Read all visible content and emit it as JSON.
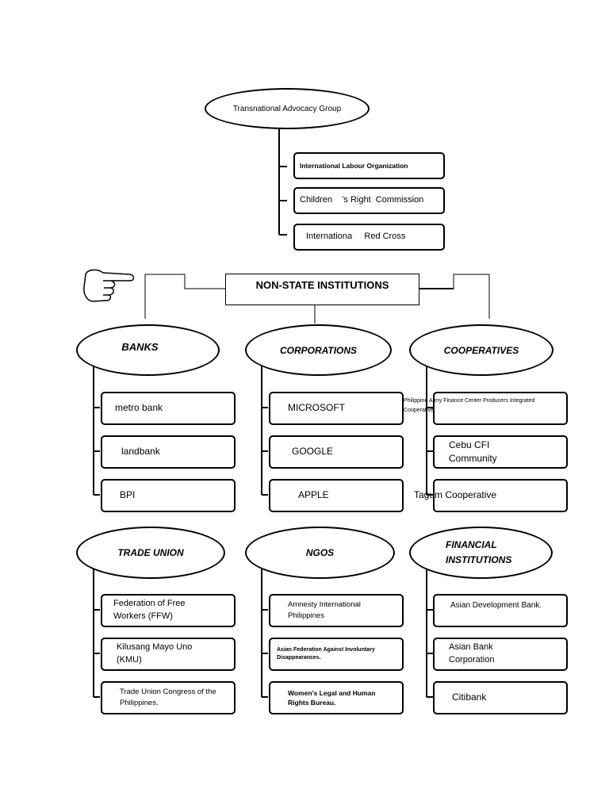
{
  "top": {
    "root": "Transnational Advocacy Group",
    "children": [
      "International Labour Organization",
      "Children    ’s Right  Commission",
      "Internationa     Red Cross"
    ]
  },
  "center": {
    "title": "NON-STATE INSTITUTIONS"
  },
  "groups": [
    {
      "title": "BANKS",
      "items": [
        "metro bank",
        "landbank",
        "BPI"
      ]
    },
    {
      "title": "CORPORATIONS",
      "items": [
        "MICROSOFT",
        "GOOGLE",
        "APPLE"
      ]
    },
    {
      "title": "COOPERATIVES",
      "items": [
        "Philippine Army Finance Center Producers Integrated Cooperative",
        "Cebu CFI Community",
        "Tagum Cooperative"
      ]
    },
    {
      "title": "TRADE UNION",
      "items": [
        "Federation of Free Workers (FFW)",
        "Kilusang Mayo Uno (KMU)",
        "Trade Union Congress of the Philippines."
      ]
    },
    {
      "title": "NGOS",
      "items": [
        "Amnesty International Philippines",
        "Asian Federation Against Involuntary Disappearances.",
        "Women’s Legal and Human Rights Bureau."
      ]
    },
    {
      "title": "FINANCIAL INSTITUTIONS",
      "items": [
        "Asian Development Bank.",
        "Asian Bank Corporation",
        "Citibank"
      ]
    }
  ],
  "icons": {
    "pointer": "pointing-hand-icon"
  }
}
